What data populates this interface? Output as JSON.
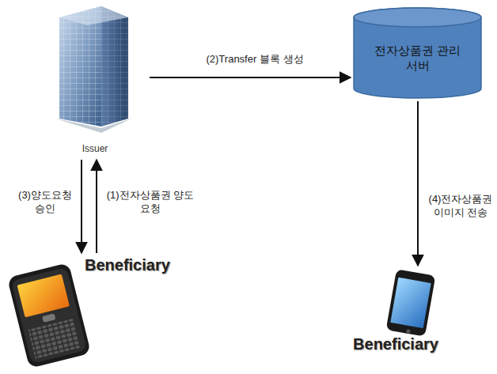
{
  "diagram": {
    "nodes": [
      {
        "text": [
          "Issuer"
        ]
      },
      {
        "text": [
          "전자상품권 관리 서버"
        ]
      },
      {
        "text": [
          "Beneficiary"
        ]
      },
      {
        "text": [
          "Beneficiary"
        ]
      }
    ],
    "edges": [
      {
        "from": 0,
        "to": 1,
        "arrow": "to",
        "label": "(2)Transfer 블록 생성"
      },
      {
        "from": 0,
        "to": 2,
        "arrow": "to",
        "label": "(3)양도요청 승인"
      },
      {
        "from": 2,
        "to": 0,
        "arrow": "to",
        "label": "(1)전자상품권 양도요청"
      },
      {
        "from": 1,
        "to": 3,
        "arrow": "to",
        "label": "(4)전자상품권 이미지 전송"
      }
    ]
  }
}
